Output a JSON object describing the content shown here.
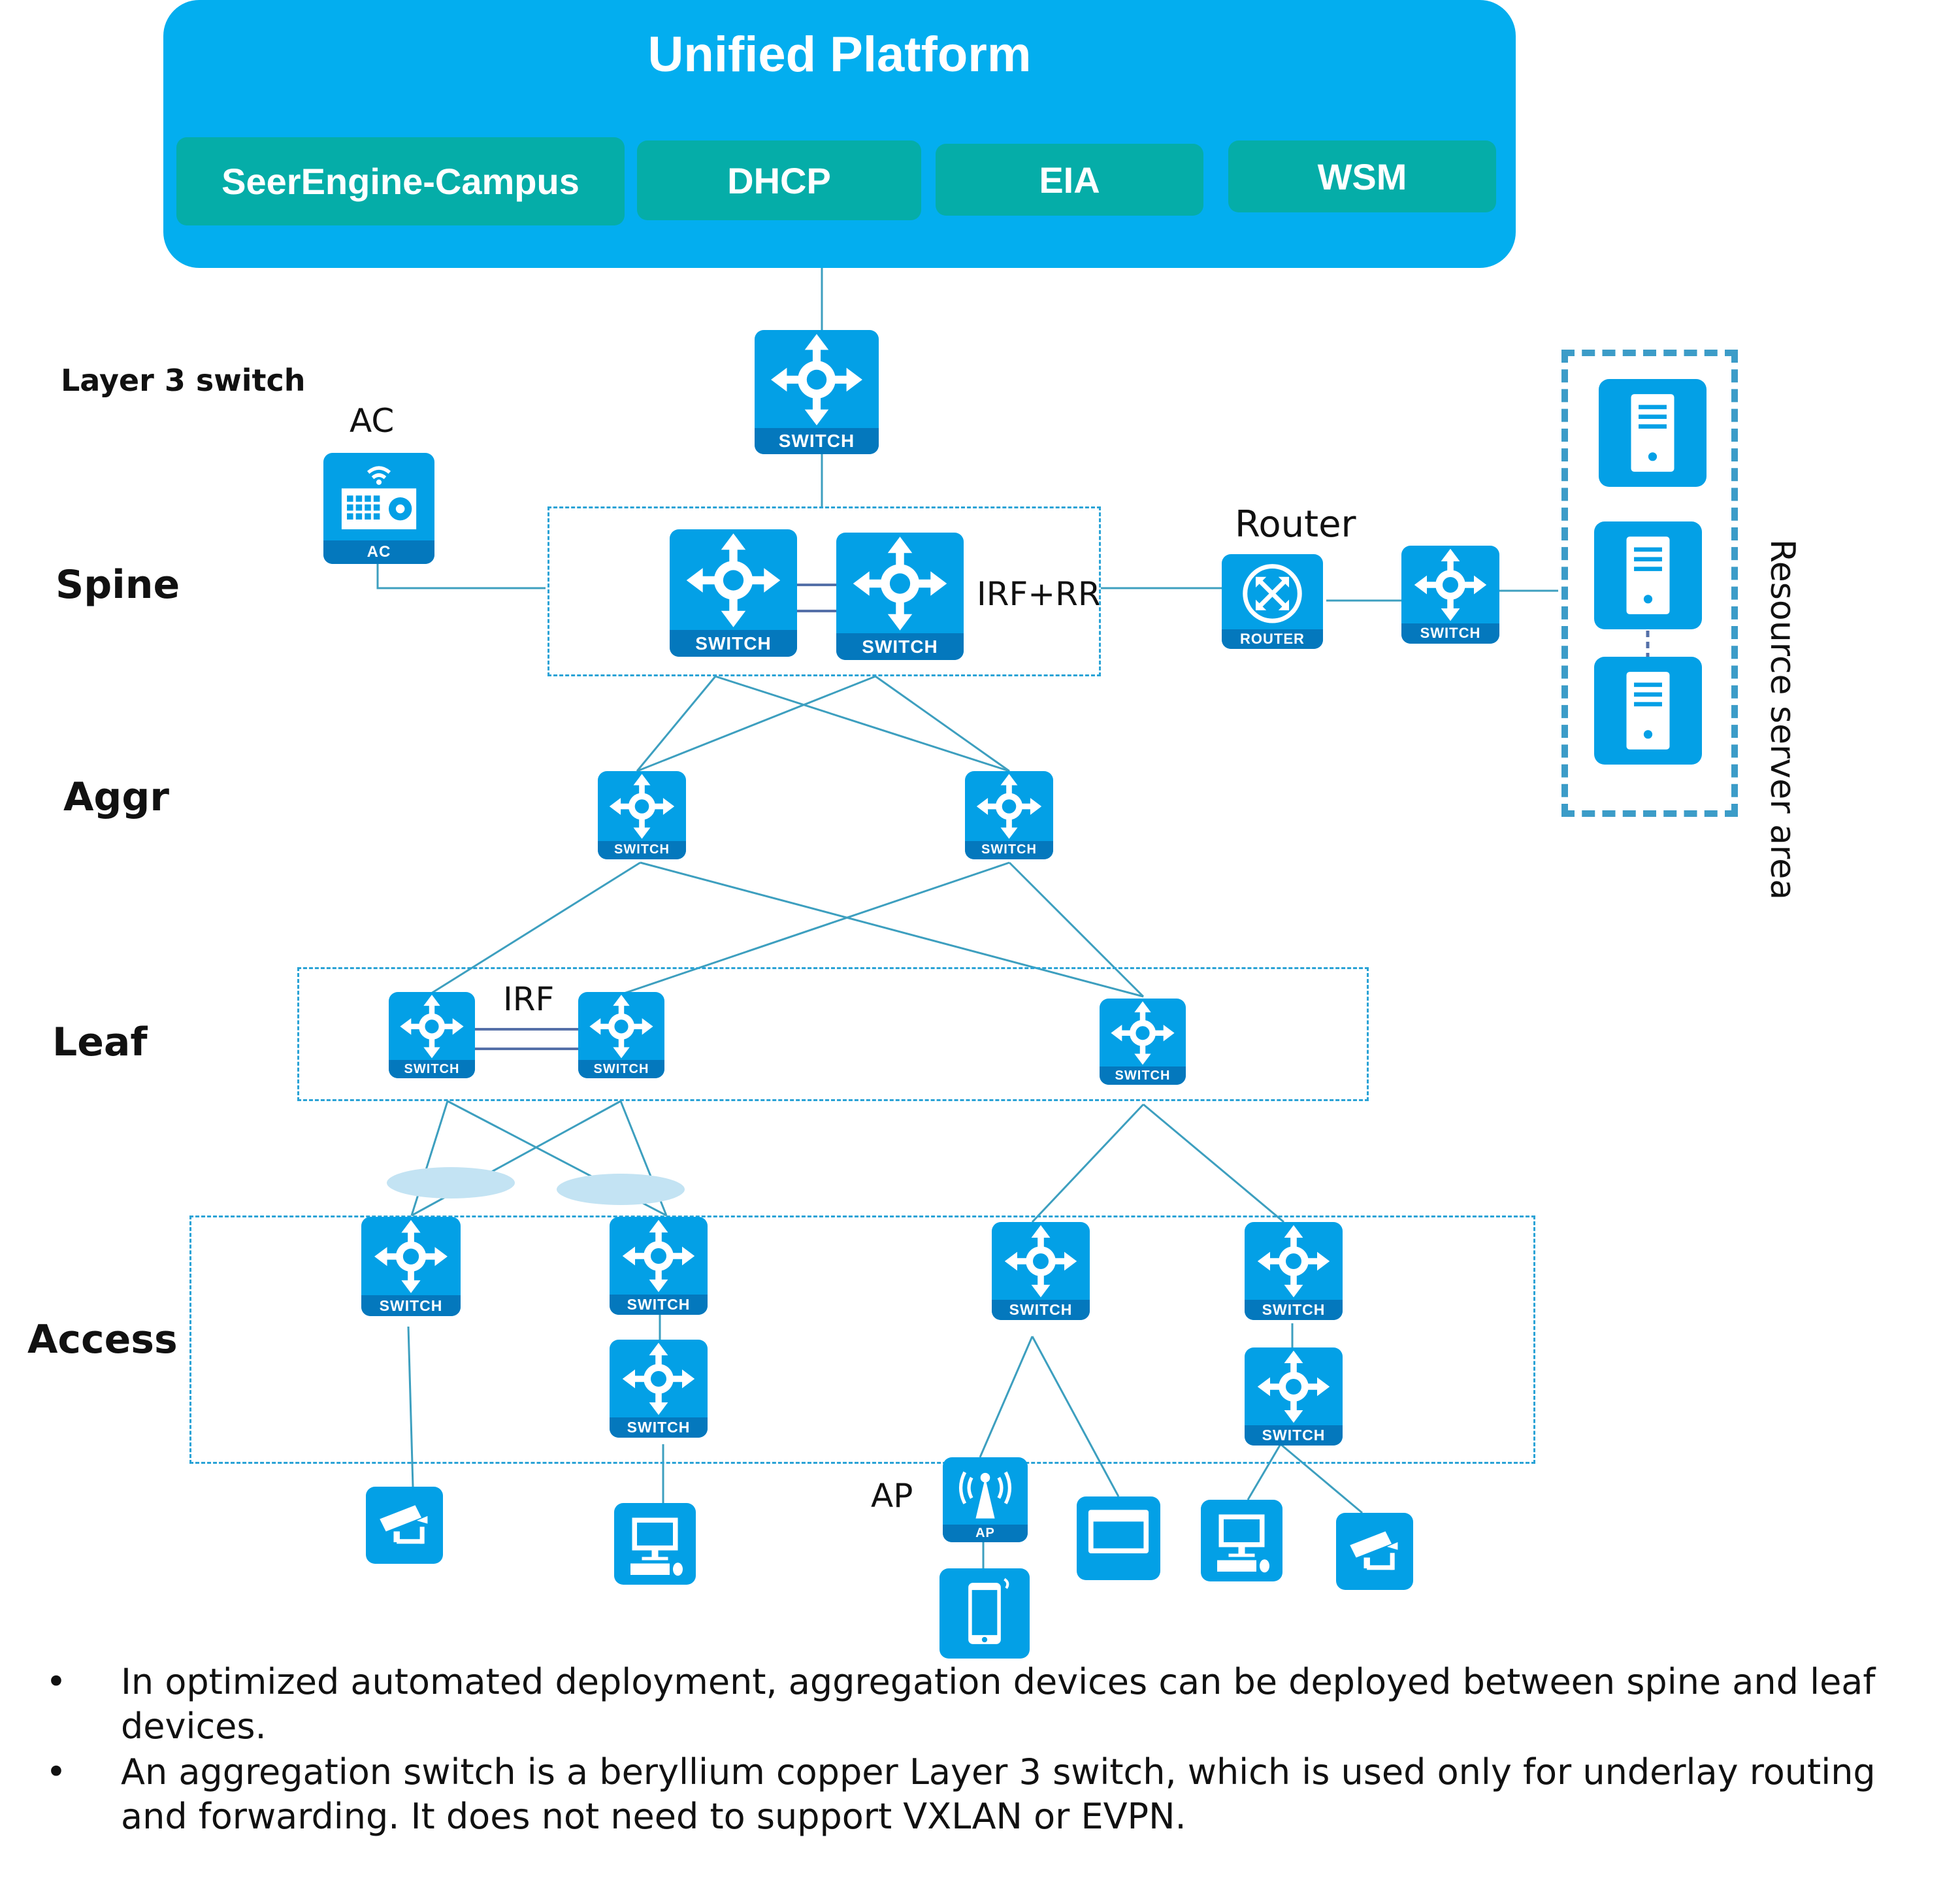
{
  "platform": {
    "title": "Unified Platform",
    "modules": [
      "SeerEngine-Campus",
      "DHCP",
      "EIA",
      "WSM"
    ]
  },
  "layers": {
    "layer3": "Layer 3 switch",
    "spine": "Spine",
    "aggr": "Aggr",
    "leaf": "Leaf",
    "access": "Access"
  },
  "tags": {
    "ac": "AC",
    "router": "Router",
    "irf_rr": "IRF+RR",
    "irf": "IRF",
    "ap": "AP",
    "resource_area": "Resource server area"
  },
  "device_labels": {
    "switch": "SWITCH",
    "router": "ROUTER",
    "ac": "AC",
    "ap": "AP"
  },
  "notes": [
    "In optimized automated deployment, aggregation devices can be deployed between spine and leaf devices.",
    "An aggregation switch is a beryllium copper Layer 3 switch, which is used only for underlay routing and forwarding. It does not need to support VXLAN or EVPN."
  ],
  "colors": {
    "platform": "#03aeef",
    "module": "#05ada8",
    "device": "#03a0e6",
    "device_label": "#0478bd",
    "link": "#3d9fbf",
    "zone_border": "#2aa3d6"
  },
  "icons": {
    "switch": "switch-icon",
    "router": "router-icon",
    "ac": "access-controller-icon",
    "ap": "access-point-icon",
    "server": "server-icon",
    "camera": "camera-icon",
    "pc": "pc-icon",
    "phone": "phone-icon",
    "terminal": "terminal-icon"
  }
}
